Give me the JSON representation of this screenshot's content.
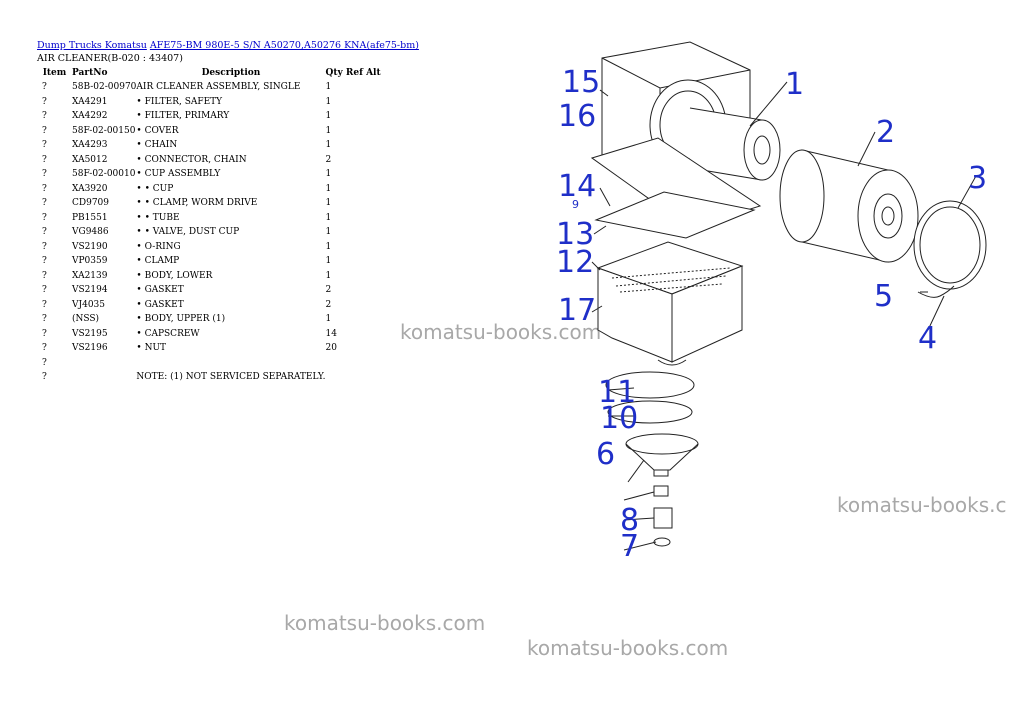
{
  "breadcrumb": {
    "link1": "Dump Trucks Komatsu",
    "link2": "AFE75-BM 980E-5 S/N A50270,A50276 KNA(afe75-bm)"
  },
  "subtitle": "AIR CLEANER(B-020 : 43407)",
  "table": {
    "headers": {
      "item": "Item",
      "partno": "PartNo",
      "description": "Description",
      "qty": "Qty Ref Alt"
    },
    "rows": [
      {
        "item": "?",
        "partno": "58B-02-00970",
        "description": "AIR CLEANER ASSEMBLY, SINGLE",
        "qty": "1"
      },
      {
        "item": "?",
        "partno": "XA4291",
        "description": "• FILTER, SAFETY",
        "qty": "1"
      },
      {
        "item": "?",
        "partno": "XA4292",
        "description": "• FILTER, PRIMARY",
        "qty": "1"
      },
      {
        "item": "?",
        "partno": "58F-02-00150",
        "description": "• COVER",
        "qty": "1"
      },
      {
        "item": "?",
        "partno": "XA4293",
        "description": "• CHAIN",
        "qty": "1"
      },
      {
        "item": "?",
        "partno": "XA5012",
        "description": "• CONNECTOR, CHAIN",
        "qty": "2"
      },
      {
        "item": "?",
        "partno": "58F-02-00010",
        "description": "• CUP ASSEMBLY",
        "qty": "1"
      },
      {
        "item": "?",
        "partno": "XA3920",
        "description": "• • CUP",
        "qty": "1"
      },
      {
        "item": "?",
        "partno": "CD9709",
        "description": "• • CLAMP, WORM DRIVE",
        "qty": "1"
      },
      {
        "item": "?",
        "partno": "PB1551",
        "description": "• • TUBE",
        "qty": "1"
      },
      {
        "item": "?",
        "partno": "VG9486",
        "description": "• • VALVE, DUST CUP",
        "qty": "1"
      },
      {
        "item": "?",
        "partno": "VS2190",
        "description": "• O-RING",
        "qty": "1"
      },
      {
        "item": "?",
        "partno": "VP0359",
        "description": "• CLAMP",
        "qty": "1"
      },
      {
        "item": "?",
        "partno": "XA2139",
        "description": "• BODY, LOWER",
        "qty": "1"
      },
      {
        "item": "?",
        "partno": "VS2194",
        "description": "• GASKET",
        "qty": "2"
      },
      {
        "item": "?",
        "partno": "VJ4035",
        "description": "• GASKET",
        "qty": "2"
      },
      {
        "item": "?",
        "partno": "(NSS)",
        "description": "• BODY, UPPER (1)",
        "qty": "1"
      },
      {
        "item": "?",
        "partno": "VS2195",
        "description": "• CAPSCREW",
        "qty": "14"
      },
      {
        "item": "?",
        "partno": "VS2196",
        "description": "• NUT",
        "qty": "20"
      },
      {
        "item": "?",
        "partno": "",
        "description": "",
        "qty": ""
      },
      {
        "item": "?",
        "partno": "",
        "description": "NOTE: (1) NOT SERVICED SEPARATELY.",
        "qty": ""
      }
    ]
  },
  "watermarks": [
    "komatsu-books.com",
    "komatsu-books.c",
    "komatsu-books.com",
    "komatsu-books.com"
  ],
  "diagram": {
    "callouts": [
      "1",
      "2",
      "3",
      "4",
      "5",
      "6",
      "7",
      "8",
      "9",
      "10",
      "11",
      "12",
      "13",
      "14",
      "15",
      "16",
      "17"
    ],
    "line_color": "#222222",
    "callout_color": "#1f2fc8"
  }
}
